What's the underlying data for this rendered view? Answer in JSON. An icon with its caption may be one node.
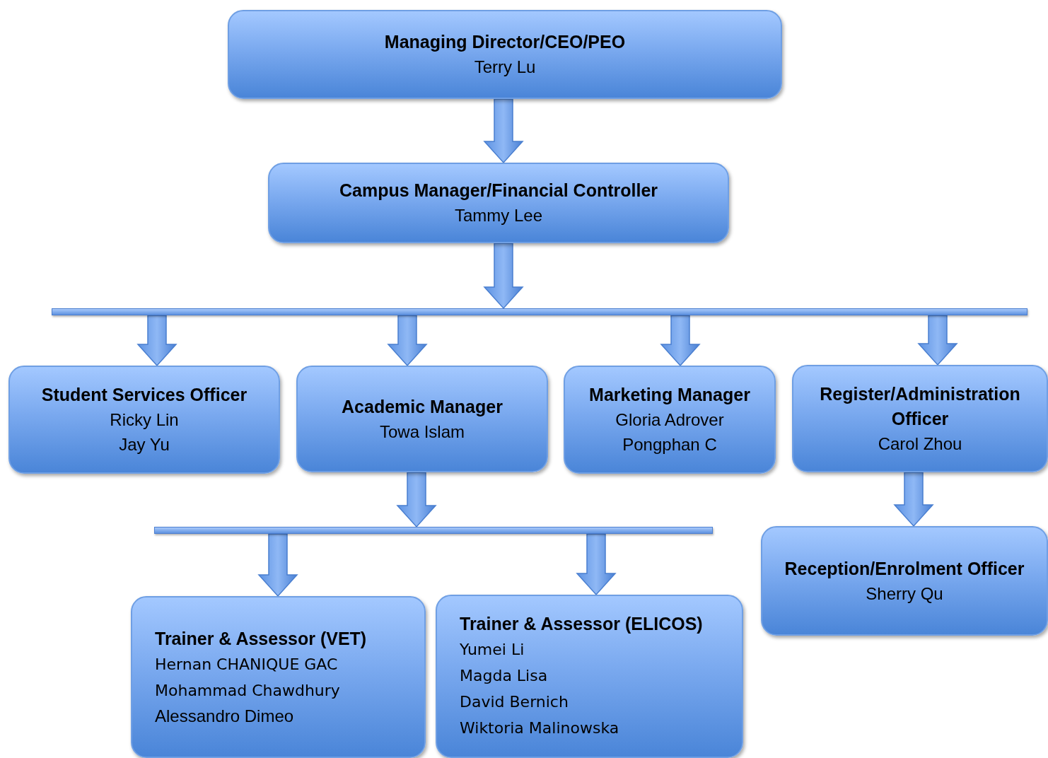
{
  "diagram": {
    "nodes": [
      {
        "text": [
          "Managing Director/CEO/PEO",
          "Terry Lu"
        ]
      },
      {
        "text": [
          "Campus Manager/Financial Controller",
          "Tammy Lee"
        ]
      },
      {
        "text": [],
        "shape": "bar"
      },
      {
        "text": [
          "Student Services Officer",
          "Ricky Lin",
          "Jay Yu"
        ]
      },
      {
        "text": [
          "Academic Manager",
          "Towa Islam"
        ]
      },
      {
        "text": [
          "Marketing Manager",
          "Gloria Adrover",
          "Pongphan C"
        ]
      },
      {
        "text": [
          "Register/Administration Officer",
          "Carol Zhou"
        ]
      },
      {
        "text": [],
        "shape": "bar"
      },
      {
        "text": [
          "Reception/Enrolment Officer",
          "Sherry Qu"
        ]
      },
      {
        "text": [
          "Trainer & Assessor (VET)",
          "Hernan CHANIQUE GAC",
          "Mohammad Chawdhury",
          "Alessandro Dimeo"
        ]
      },
      {
        "text": [
          "Trainer & Assessor (ELICOS)",
          "Yumei Li",
          "Magda Lisa",
          "David Bernich",
          "Wiktoria Malinowska"
        ]
      }
    ],
    "edges": [
      {
        "from": 0,
        "to": 1,
        "arrow": "to"
      },
      {
        "from": 1,
        "to": 2,
        "arrow": "to"
      },
      {
        "from": 2,
        "to": 3,
        "arrow": "to"
      },
      {
        "from": 2,
        "to": 4,
        "arrow": "to"
      },
      {
        "from": 2,
        "to": 5,
        "arrow": "to"
      },
      {
        "from": 2,
        "to": 6,
        "arrow": "to"
      },
      {
        "from": 4,
        "to": 7,
        "arrow": "to"
      },
      {
        "from": 6,
        "to": 8,
        "arrow": "to"
      },
      {
        "from": 7,
        "to": 9,
        "arrow": "to"
      },
      {
        "from": 7,
        "to": 10,
        "arrow": "to"
      }
    ]
  }
}
